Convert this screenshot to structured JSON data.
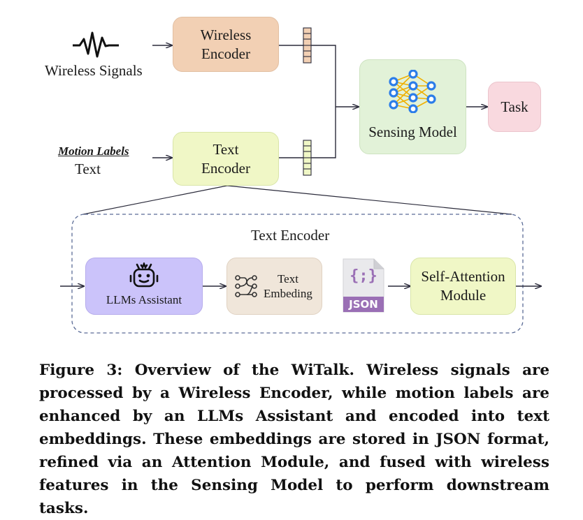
{
  "diagram": {
    "inputs": {
      "wireless_signals": "Wireless Signals",
      "motion_labels": "Motion Labels",
      "text": "Text"
    },
    "wireless_encoder": {
      "line1": "Wireless",
      "line2": "Encoder",
      "color": "#f2d0b4"
    },
    "text_encoder_box": {
      "line1": "Text",
      "line2": "Encoder",
      "color": "#f0f7c6"
    },
    "sensing_model": {
      "label": "Sensing Model",
      "color": "#e2f2d8",
      "icon": "neural-network-icon",
      "icon_color": "#2b7de9"
    },
    "task": {
      "label": "Task",
      "color": "#f9d9df"
    },
    "text_encoder_detail": {
      "title": "Text Encoder",
      "llms_assistant": {
        "label": "LLMs Assistant",
        "color": "#cbc3fa",
        "icon": "robot-icon"
      },
      "text_embedding": {
        "line1": "Text",
        "line2": "Embeding",
        "color": "#f0e6da",
        "icon": "embedding-icon"
      },
      "json_badge": {
        "label": "JSON",
        "glyph": "{;}",
        "color": "#9a6fb5",
        "icon": "json-file-icon"
      },
      "self_attention": {
        "line1": "Self-Attention",
        "line2": "Module",
        "color": "#f0f7c6"
      }
    }
  },
  "caption": {
    "label": "Figure 3:",
    "text": "Overview of the WiTalk. Wireless signals are processed by a Wireless Encoder, while motion labels are enhanced by an LLMs Assistant and encoded into text embeddings. These embeddings are stored in JSON format, refined via an Attention Module, and fused with wireless features in the Sensing Model to perform downstream tasks."
  }
}
